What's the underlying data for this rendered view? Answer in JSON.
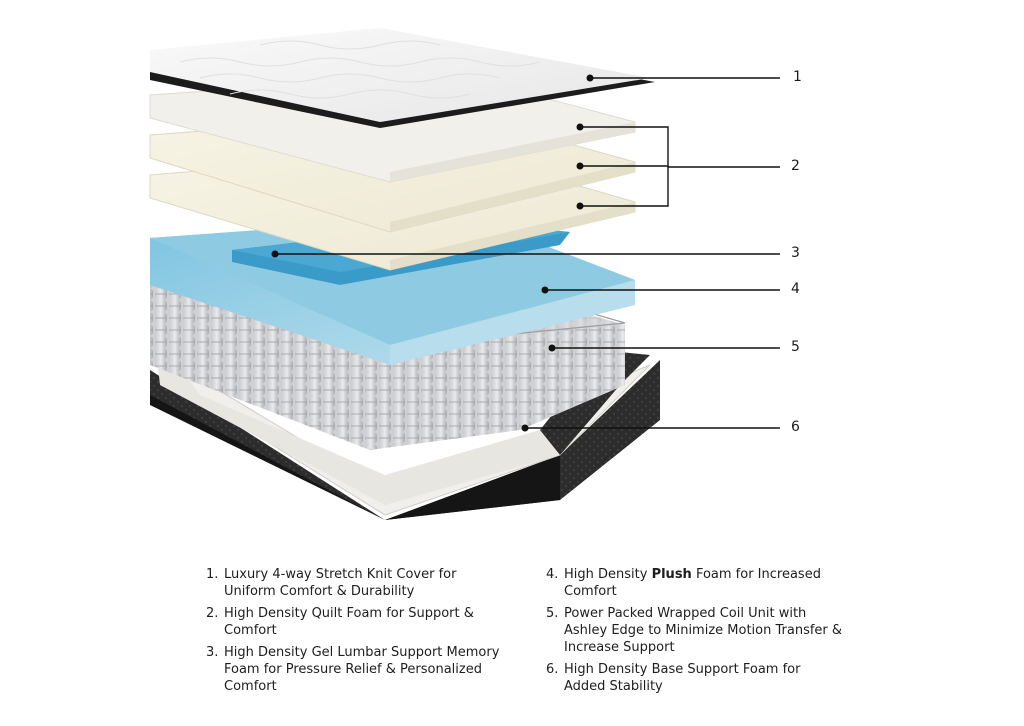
{
  "callouts": [
    "1",
    "2",
    "3",
    "4",
    "5",
    "6"
  ],
  "legend": [
    {
      "num": "1.",
      "pre": "Luxury 4-way Stretch Knit Cover for Uniform Comfort & Durability",
      "bold": "",
      "post": ""
    },
    {
      "num": "2.",
      "pre": "High Density Quilt Foam for Support & Comfort",
      "bold": "",
      "post": ""
    },
    {
      "num": "3.",
      "pre": "High Density Gel Lumbar Support Memory Foam for Pressure Relief & Personalized Comfort",
      "bold": "",
      "post": ""
    },
    {
      "num": "4.",
      "pre": "High Density ",
      "bold": "Plush",
      "post": " Foam for Increased Comfort"
    },
    {
      "num": "5.",
      "pre": "Power Packed Wrapped Coil Unit with Ashley Edge to Minimize Motion Transfer & Increase Support",
      "bold": "",
      "post": ""
    },
    {
      "num": "6.",
      "pre": "High Density Base Support Foam for Added Stability",
      "bold": "",
      "post": ""
    }
  ],
  "colors": {
    "cover": "#f1f1f1",
    "cover_edge": "#1c1c1c",
    "quilt_foam": "#f3f0df",
    "gel_foam": "#3f9ec9",
    "plush_foam": "#8fcbe3",
    "coil": "#b9bbbf",
    "base_case": "#2a2a2a",
    "base_foam": "#e8e6e1"
  }
}
